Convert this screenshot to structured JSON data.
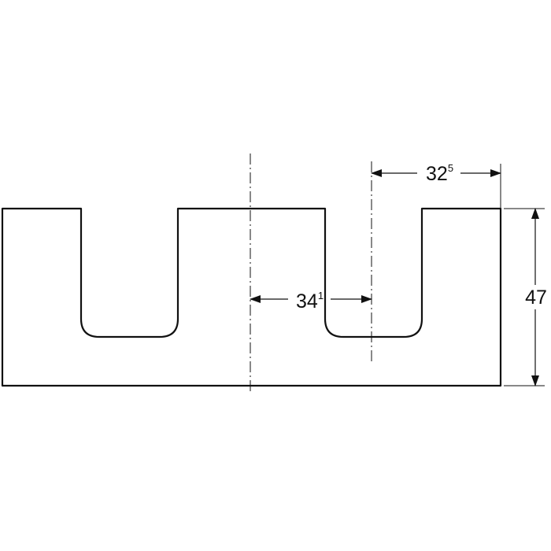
{
  "drawing": {
    "dimensions": {
      "top_width": {
        "main": "32",
        "sup": "5"
      },
      "offset": {
        "main": "34",
        "sup": "1"
      },
      "height": {
        "main": "47"
      }
    },
    "colors": {
      "line": "#111111",
      "background": "#ffffff"
    }
  }
}
